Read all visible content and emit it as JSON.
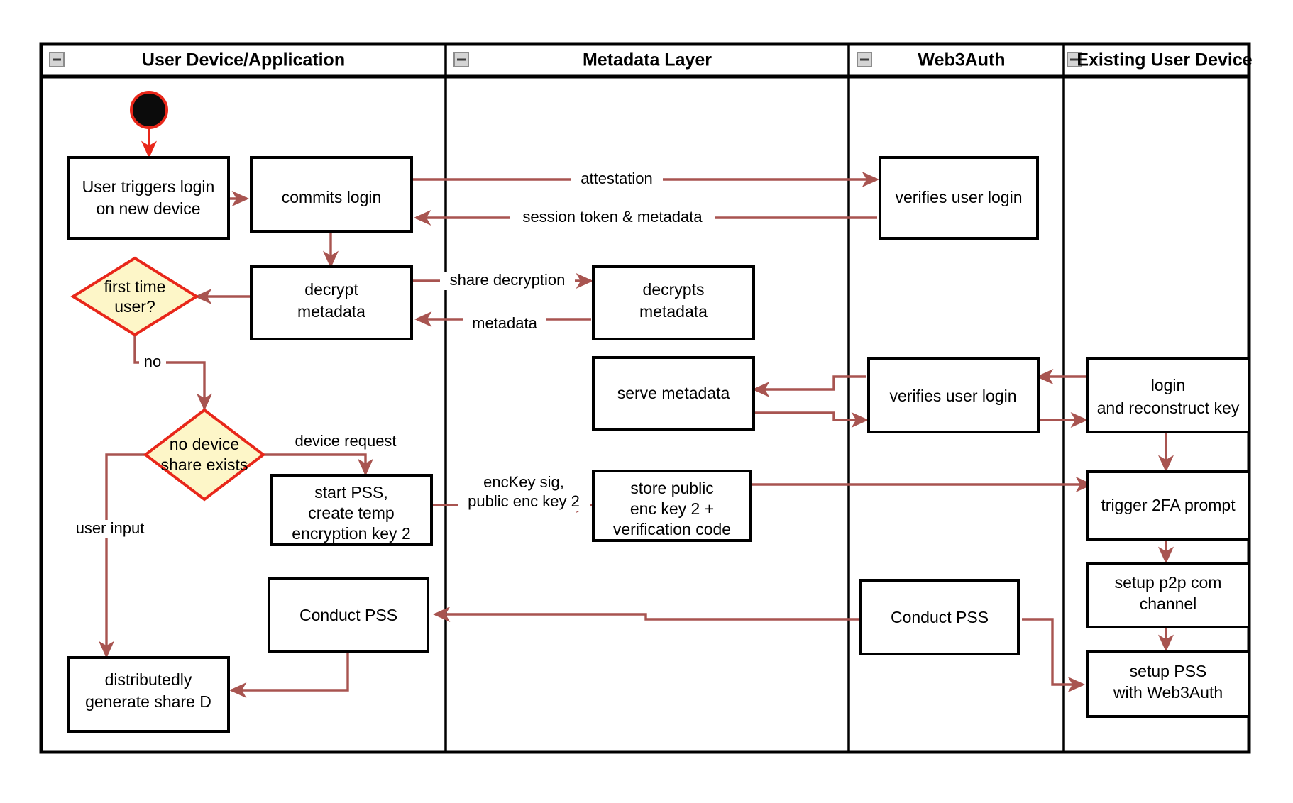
{
  "diagram": {
    "title": "Web3Auth new-device login swimlane flow",
    "colors": {
      "flow_arrow": "#a85450",
      "start_node_ring": "#e8271a",
      "start_node_fill": "#0b0b0b",
      "decision_fill": "#fdf6c8",
      "decision_stroke": "#e8271a",
      "node_stroke": "#000000",
      "node_fill": "#ffffff",
      "lane_stroke": "#000000",
      "collapse_icon_fill": "#d4d4d4"
    },
    "lanes": [
      {
        "id": "lane-user-device",
        "label": "User Device/Application",
        "collapse_icon": "minus-box-icon"
      },
      {
        "id": "lane-metadata",
        "label": "Metadata Layer",
        "collapse_icon": "minus-box-icon"
      },
      {
        "id": "lane-web3auth",
        "label": "Web3Auth",
        "collapse_icon": "minus-box-icon"
      },
      {
        "id": "lane-existing-device",
        "label": "Existing User Device",
        "collapse_icon": "minus-box-icon"
      }
    ],
    "nodes": [
      {
        "id": "start",
        "type": "start",
        "lane": "lane-user-device",
        "label": ""
      },
      {
        "id": "user-triggers-login",
        "type": "activity",
        "lane": "lane-user-device",
        "label": "User triggers login\non new device",
        "lines": [
          "User triggers login",
          "on new device"
        ]
      },
      {
        "id": "commits-login",
        "type": "activity",
        "lane": "lane-user-device",
        "label": "commits login",
        "lines": [
          "commits login"
        ]
      },
      {
        "id": "decrypt-metadata",
        "type": "activity",
        "lane": "lane-user-device",
        "label": "decrypt\nmetadata",
        "lines": [
          "decrypt",
          "metadata"
        ]
      },
      {
        "id": "first-time-user",
        "type": "decision",
        "lane": "lane-user-device",
        "label": "first time\nuser?",
        "lines": [
          "first time",
          "user?"
        ]
      },
      {
        "id": "no-device-share-exists",
        "type": "decision",
        "lane": "lane-user-device",
        "label": "no device\nshare exists",
        "lines": [
          "no device",
          "share exists"
        ]
      },
      {
        "id": "start-pss-create-temp-key",
        "type": "activity",
        "lane": "lane-user-device",
        "label": "start PSS,\ncreate temp\nencryption key 2",
        "lines": [
          "start PSS,",
          "create temp",
          "encryption key 2"
        ]
      },
      {
        "id": "conduct-pss-user",
        "type": "activity",
        "lane": "lane-user-device",
        "label": "Conduct PSS",
        "lines": [
          "Conduct PSS"
        ]
      },
      {
        "id": "distributedly-generate-share-d",
        "type": "activity",
        "lane": "lane-user-device",
        "label": "distributedly\ngenerate share D",
        "lines": [
          "distributedly",
          "generate share D"
        ]
      },
      {
        "id": "decrypts-metadata",
        "type": "activity",
        "lane": "lane-metadata",
        "label": "decrypts\nmetadata",
        "lines": [
          "decrypts",
          "metadata"
        ]
      },
      {
        "id": "serve-metadata",
        "type": "activity",
        "lane": "lane-metadata",
        "label": "serve metadata",
        "lines": [
          "serve metadata"
        ]
      },
      {
        "id": "store-public-enc-key-2",
        "type": "activity",
        "lane": "lane-metadata",
        "label": "store public\nenc key 2 +\nverification code",
        "lines": [
          "store public",
          "enc key 2 +",
          "verification code"
        ]
      },
      {
        "id": "verifies-user-login-1",
        "type": "activity",
        "lane": "lane-web3auth",
        "label": "verifies user login",
        "lines": [
          "verifies user login"
        ]
      },
      {
        "id": "verifies-user-login-2",
        "type": "activity",
        "lane": "lane-web3auth",
        "label": "verifies user login",
        "lines": [
          "verifies user login"
        ]
      },
      {
        "id": "conduct-pss-web3auth",
        "type": "activity",
        "lane": "lane-web3auth",
        "label": "Conduct PSS",
        "lines": [
          "Conduct PSS"
        ]
      },
      {
        "id": "login-and-reconstruct-key",
        "type": "activity",
        "lane": "lane-existing-device",
        "label": "login\nand reconstruct key",
        "lines": [
          "login",
          "and reconstruct key"
        ]
      },
      {
        "id": "trigger-2fa-prompt",
        "type": "activity",
        "lane": "lane-existing-device",
        "label": "trigger 2FA prompt",
        "lines": [
          "trigger 2FA prompt"
        ]
      },
      {
        "id": "setup-p2p-com-channel",
        "type": "activity",
        "lane": "lane-existing-device",
        "label": "setup p2p com\nchannel",
        "lines": [
          "setup p2p com",
          "channel"
        ]
      },
      {
        "id": "setup-pss-with-web3auth",
        "type": "activity",
        "lane": "lane-existing-device",
        "label": "setup PSS\nwith Web3Auth",
        "lines": [
          "setup PSS",
          "with Web3Auth"
        ]
      }
    ],
    "edges": [
      {
        "id": "edge-start-to-user-triggers",
        "from": "start",
        "to": "user-triggers-login",
        "label": ""
      },
      {
        "id": "edge-user-triggers-to-commits",
        "from": "user-triggers-login",
        "to": "commits-login",
        "label": ""
      },
      {
        "id": "edge-commits-to-web3auth",
        "from": "commits-login",
        "to": "verifies-user-login-1",
        "label": "attestation"
      },
      {
        "id": "edge-web3auth-to-commits",
        "from": "verifies-user-login-1",
        "to": "commits-login",
        "label": "session token & metadata"
      },
      {
        "id": "edge-commits-to-decrypt",
        "from": "commits-login",
        "to": "decrypt-metadata",
        "label": ""
      },
      {
        "id": "edge-decrypt-to-decrypts",
        "from": "decrypt-metadata",
        "to": "decrypts-metadata",
        "label": "share decryption"
      },
      {
        "id": "edge-decrypts-to-decrypt",
        "from": "decrypts-metadata",
        "to": "decrypt-metadata",
        "label": "metadata"
      },
      {
        "id": "edge-decrypt-to-firsttime",
        "from": "decrypt-metadata",
        "to": "first-time-user",
        "label": ""
      },
      {
        "id": "edge-firsttime-no",
        "from": "first-time-user",
        "to": "no-device-share-exists",
        "label": "no"
      },
      {
        "id": "edge-nodeviceshare-device-request",
        "from": "no-device-share-exists",
        "to": "start-pss-create-temp-key",
        "label": "device request"
      },
      {
        "id": "edge-nodeviceshare-user-input",
        "from": "no-device-share-exists",
        "to": "distributedly-generate-share-d",
        "label": "user input"
      },
      {
        "id": "edge-startpss-to-store",
        "from": "start-pss-create-temp-key",
        "to": "store-public-enc-key-2",
        "label": "encKey sig,\npublic enc key 2",
        "lines": [
          "encKey sig,",
          "public enc key 2"
        ]
      },
      {
        "id": "edge-store-to-trigger2fa",
        "from": "store-public-enc-key-2",
        "to": "trigger-2fa-prompt",
        "label": ""
      },
      {
        "id": "edge-existing-login-to-verifies2",
        "from": "login-and-reconstruct-key",
        "to": "verifies-user-login-2",
        "label": ""
      },
      {
        "id": "edge-verifies2-to-serve",
        "from": "verifies-user-login-2",
        "to": "serve-metadata",
        "label": ""
      },
      {
        "id": "edge-serve-to-verifies2",
        "from": "serve-metadata",
        "to": "verifies-user-login-2",
        "label": ""
      },
      {
        "id": "edge-verifies2-to-existing-login",
        "from": "verifies-user-login-2",
        "to": "login-and-reconstruct-key",
        "label": ""
      },
      {
        "id": "edge-login-to-trigger2fa",
        "from": "login-and-reconstruct-key",
        "to": "trigger-2fa-prompt",
        "label": ""
      },
      {
        "id": "edge-trigger2fa-to-p2p",
        "from": "trigger-2fa-prompt",
        "to": "setup-p2p-com-channel",
        "label": ""
      },
      {
        "id": "edge-p2p-to-setuppss",
        "from": "setup-p2p-com-channel",
        "to": "setup-pss-with-web3auth",
        "label": ""
      },
      {
        "id": "edge-setuppss-to-conduct-web3auth",
        "from": "setup-pss-with-web3auth",
        "to": "conduct-pss-web3auth",
        "label": ""
      },
      {
        "id": "edge-conduct-web3auth-to-setuppss",
        "from": "conduct-pss-web3auth",
        "to": "setup-pss-with-web3auth",
        "label": ""
      },
      {
        "id": "edge-conduct-web3auth-to-conduct-user",
        "from": "conduct-pss-web3auth",
        "to": "conduct-pss-user",
        "label": ""
      },
      {
        "id": "edge-conduct-user-to-share-d",
        "from": "conduct-pss-user",
        "to": "distributedly-generate-share-d",
        "label": ""
      }
    ],
    "edge_labels": {
      "attestation": "attestation",
      "session_token": "session token & metadata",
      "share_decryption": "share decryption",
      "metadata": "metadata",
      "no": "no",
      "device_request": "device request",
      "user_input": "user input",
      "enckey_sig_line1": "encKey sig,",
      "enckey_sig_line2": "public enc key 2"
    }
  }
}
